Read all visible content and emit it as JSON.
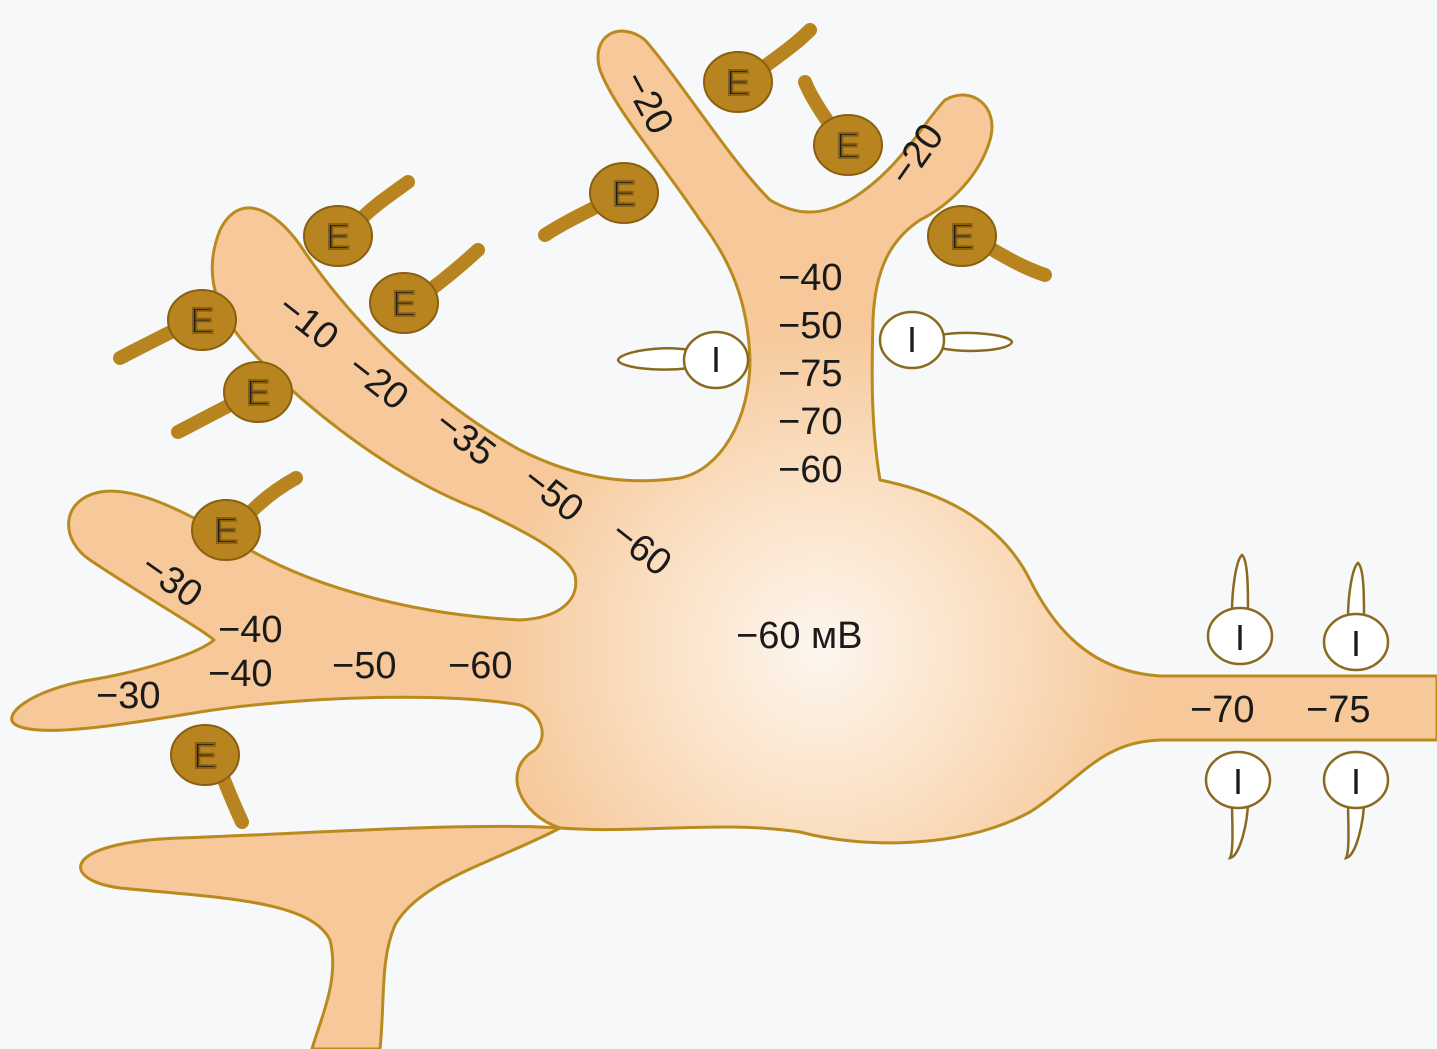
{
  "colors": {
    "background": "#f7f8f9",
    "neuron_fill": "#f6c89a",
    "neuron_fill_light": "#fdf3ea",
    "neuron_outline": "#b98a1e",
    "excitatory_fill": "#b8841f",
    "excitatory_stroke": "#8a5f10",
    "inhibitory_fill": "#ffffff",
    "inhibitory_stroke": "#8a6a20",
    "text": "#1a1a1a"
  },
  "soma_label": "−60 мВ",
  "synapse_letters": {
    "excitatory": "E",
    "inhibitory": "I"
  },
  "labels": {
    "top_left_branch": "−20",
    "top_right_branch": "−20",
    "trunk": [
      "−40",
      "−50",
      "−75",
      "−70",
      "−60"
    ],
    "upper_dendrite": [
      "−10",
      "−20",
      "−35",
      "−50",
      "−60"
    ],
    "lower_upper_tip": "−30",
    "middle_dendrite": [
      "−40",
      "−40",
      "−50",
      "−60"
    ],
    "lower_tip": "−30",
    "axon": [
      "−70",
      "−75"
    ]
  }
}
